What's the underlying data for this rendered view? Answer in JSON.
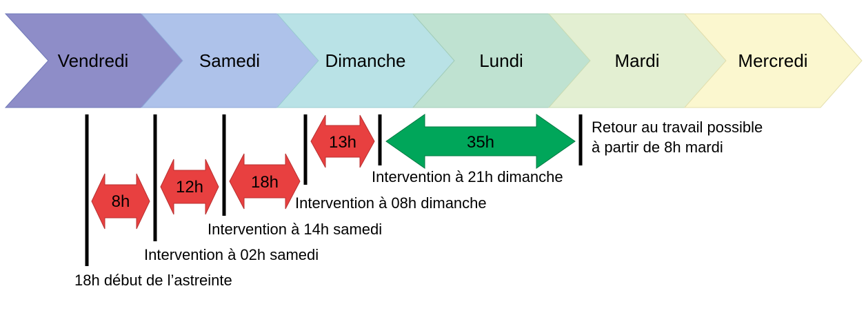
{
  "days": [
    {
      "label": "Vendredi",
      "color": "#8e8dc8"
    },
    {
      "label": "Samedi",
      "color": "#aec2ea"
    },
    {
      "label": "Dimanche",
      "color": "#b9e2e6"
    },
    {
      "label": "Lundi",
      "color": "#bfe2d1"
    },
    {
      "label": "Mardi",
      "color": "#e3efd2"
    },
    {
      "label": "Mercredi",
      "color": "#fbf7cf"
    }
  ],
  "durations": [
    {
      "label": "8h",
      "color": "#e84040"
    },
    {
      "label": "12h",
      "color": "#e84040"
    },
    {
      "label": "18h",
      "color": "#e84040"
    },
    {
      "label": "13h",
      "color": "#e84040"
    },
    {
      "label": "35h",
      "color": "#00a65a"
    }
  ],
  "events": {
    "start": "18h début de l’astreinte",
    "sat_02h": "Intervention à 02h samedi",
    "sat_14h": "Intervention à 14h samedi",
    "sun_08h": "Intervention à 08h dimanche",
    "sun_21h": "Intervention à 21h dimanche",
    "return_line1": "Retour au travail possible",
    "return_line2": "à partir de 8h mardi"
  }
}
